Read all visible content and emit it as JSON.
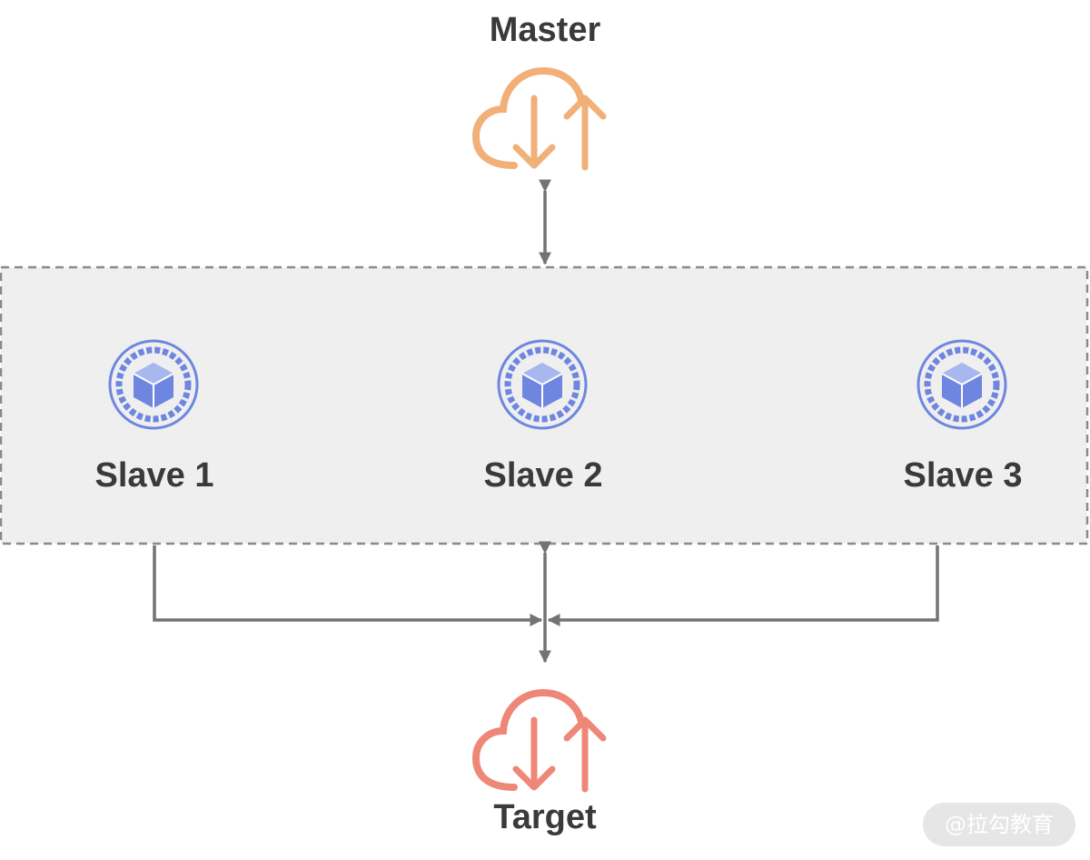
{
  "master": {
    "label": "Master",
    "icon": "cloud-sync-icon",
    "color": "#f2b079"
  },
  "target": {
    "label": "Target",
    "icon": "cloud-sync-icon",
    "color": "#ef8778"
  },
  "slaves": [
    {
      "label": "Slave 1",
      "icon": "cube-node-icon"
    },
    {
      "label": "Slave 2",
      "icon": "cube-node-icon"
    },
    {
      "label": "Slave 3",
      "icon": "cube-node-icon"
    }
  ],
  "colors": {
    "cluster_fill": "#efefef",
    "cluster_border": "#8a8a8a",
    "connector": "#737373",
    "node_icon": "#6f86e0",
    "text": "#3a3a3a"
  },
  "watermark": "@拉勾教育"
}
